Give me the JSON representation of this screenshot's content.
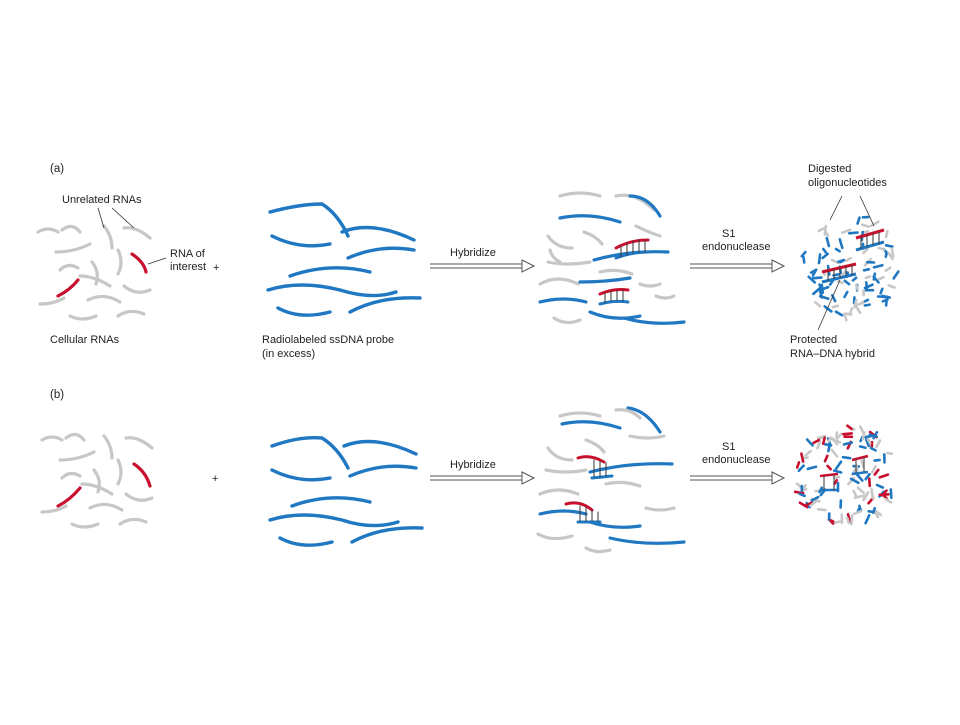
{
  "colors": {
    "background": "#ffffff",
    "unrelated_rna": "#c7c7c7",
    "rna_of_interest": "#c8102e",
    "dna_probe": "#1f78c1",
    "arrow_outline": "#555555",
    "text": "#222222"
  },
  "panel_a": {
    "tag": "(a)",
    "unrelated_rnas": "Unrelated RNAs",
    "rna_of_interest_line1": "RNA of",
    "rna_of_interest_line2": "interest",
    "cellular_rnas": "Cellular RNAs",
    "plus": "+",
    "probe_line1": "Radiolabeled ssDNA probe",
    "probe_line2": "(in excess)",
    "hybridize": "Hybridize",
    "s1_line1": "S1",
    "s1_line2": "endonuclease",
    "digested_line1": "Digested",
    "digested_line2": "oligonucleotides",
    "protected_line1": "Protected",
    "protected_line2": "RNA–DNA hybrid"
  },
  "panel_b": {
    "tag": "(b)",
    "plus": "+",
    "hybridize": "Hybridize",
    "s1_line1": "S1",
    "s1_line2": "endonuclease"
  }
}
